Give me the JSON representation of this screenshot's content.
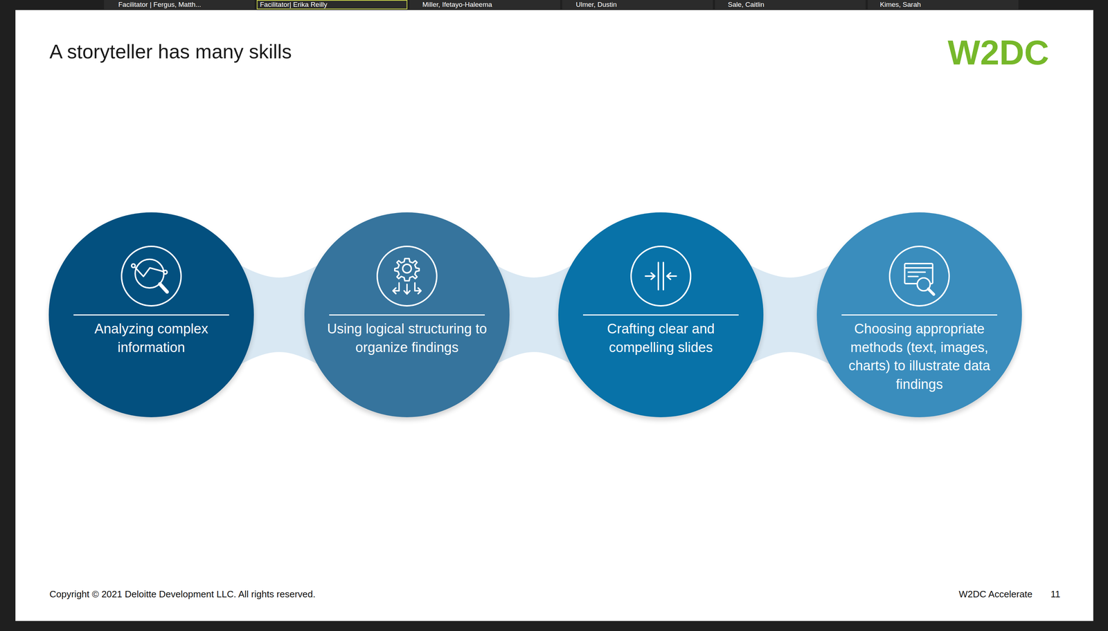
{
  "diagram": {
    "title": "A storyteller has many skills",
    "nodes": [
      {
        "text": [
          "Analyzing complex information"
        ]
      },
      {
        "text": [
          "Using logical structuring to organize findings"
        ]
      },
      {
        "text": [
          "Crafting clear and compelling slides"
        ]
      },
      {
        "text": [
          "Choosing appropriate methods (text, images, charts) to illustrate data findings"
        ]
      }
    ],
    "edges": [
      {
        "from": 0,
        "to": 1,
        "arrow": "none"
      },
      {
        "from": 1,
        "to": 2,
        "arrow": "none"
      },
      {
        "from": 2,
        "to": 3,
        "arrow": "none"
      }
    ],
    "labels": [
      "Facilitator | Fergus, Matth...",
      "Facilitator| Erika Reilly",
      "Miller, Ifetayo-Haleema",
      "Ulmer, Dustin",
      "Sale, Caitlin",
      "Kimes, Sarah",
      "W2DC",
      "Copyright © 2021 Deloitte Development LLC. All rights reserved.",
      "W2DC Accelerate",
      "11"
    ]
  }
}
